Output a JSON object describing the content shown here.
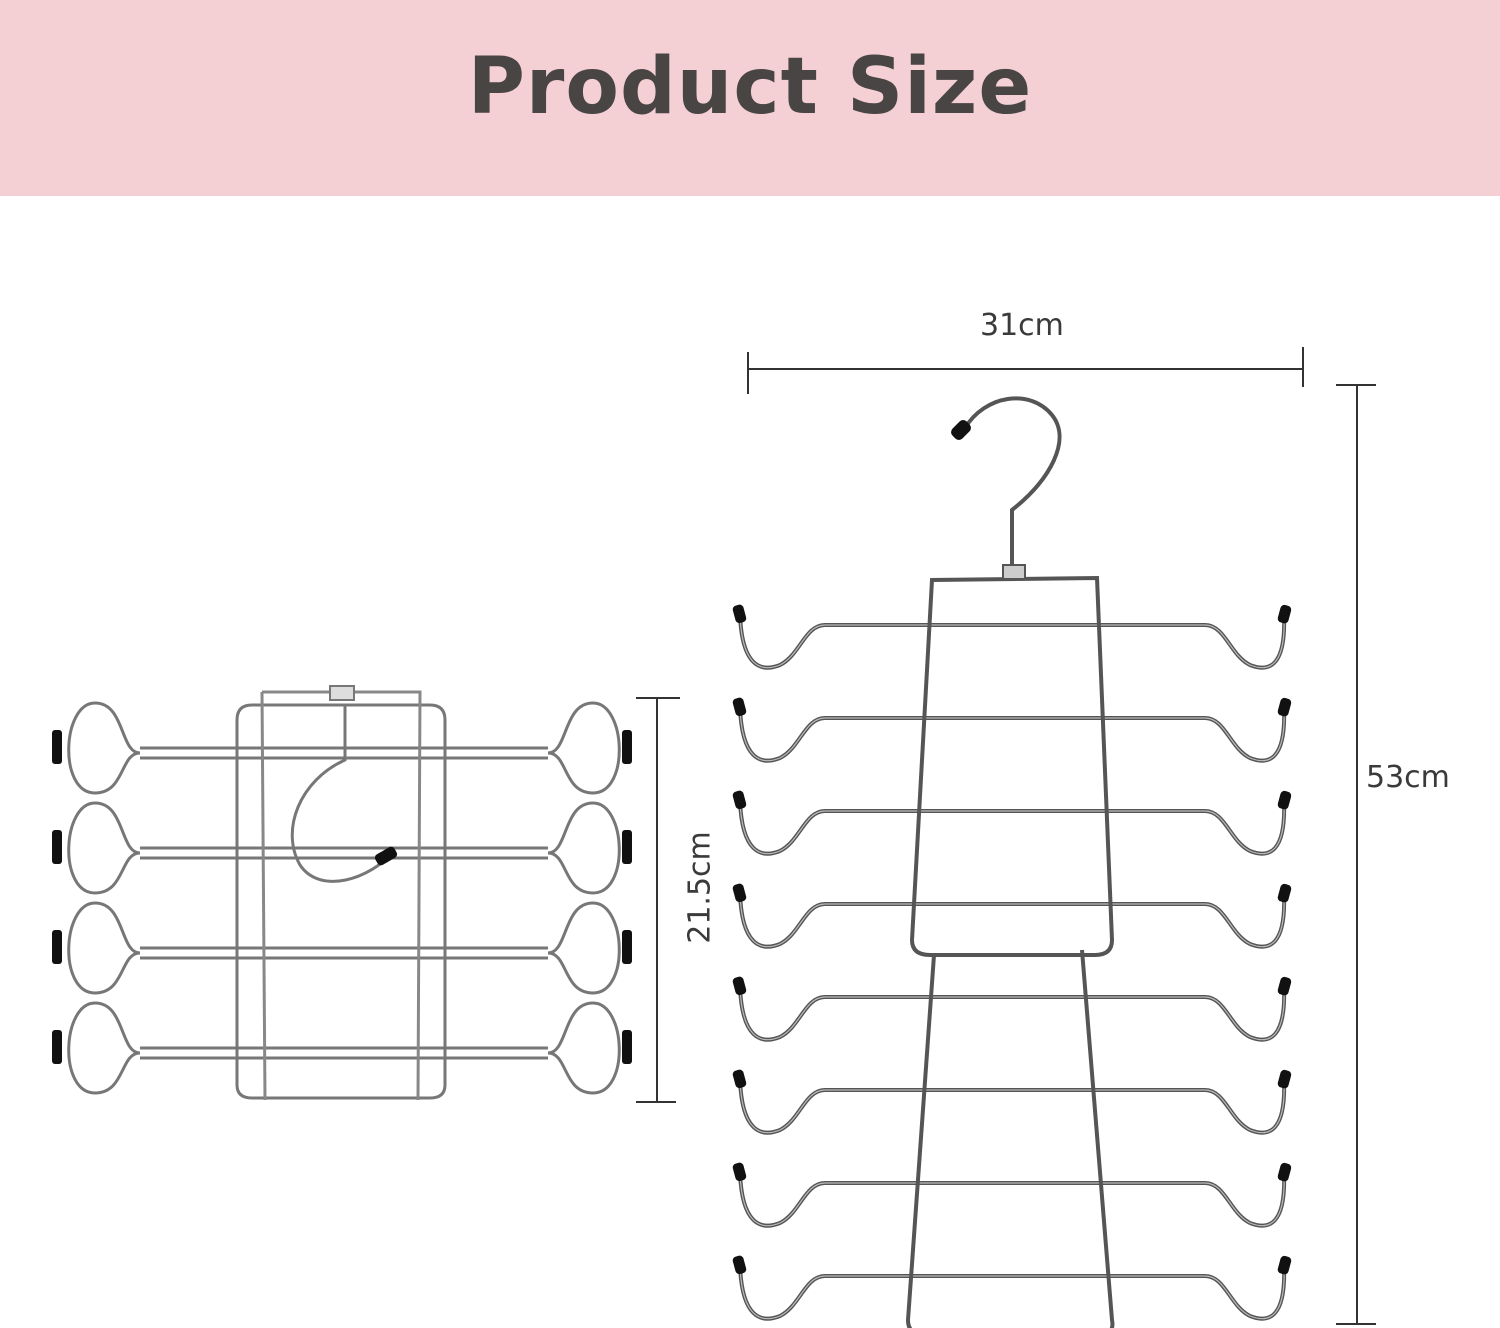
{
  "header": {
    "title": "Product Size",
    "background": "#f4d0d4",
    "text_color": "#4a4545"
  },
  "dimensions": {
    "width_label": "31cm",
    "height_label": "53cm",
    "folded_height_label": "21.5cm"
  },
  "hanger": {
    "folded_tiers": 4,
    "open_tiers": 8,
    "wire_color": "#555555",
    "tip_color": "#111111"
  }
}
